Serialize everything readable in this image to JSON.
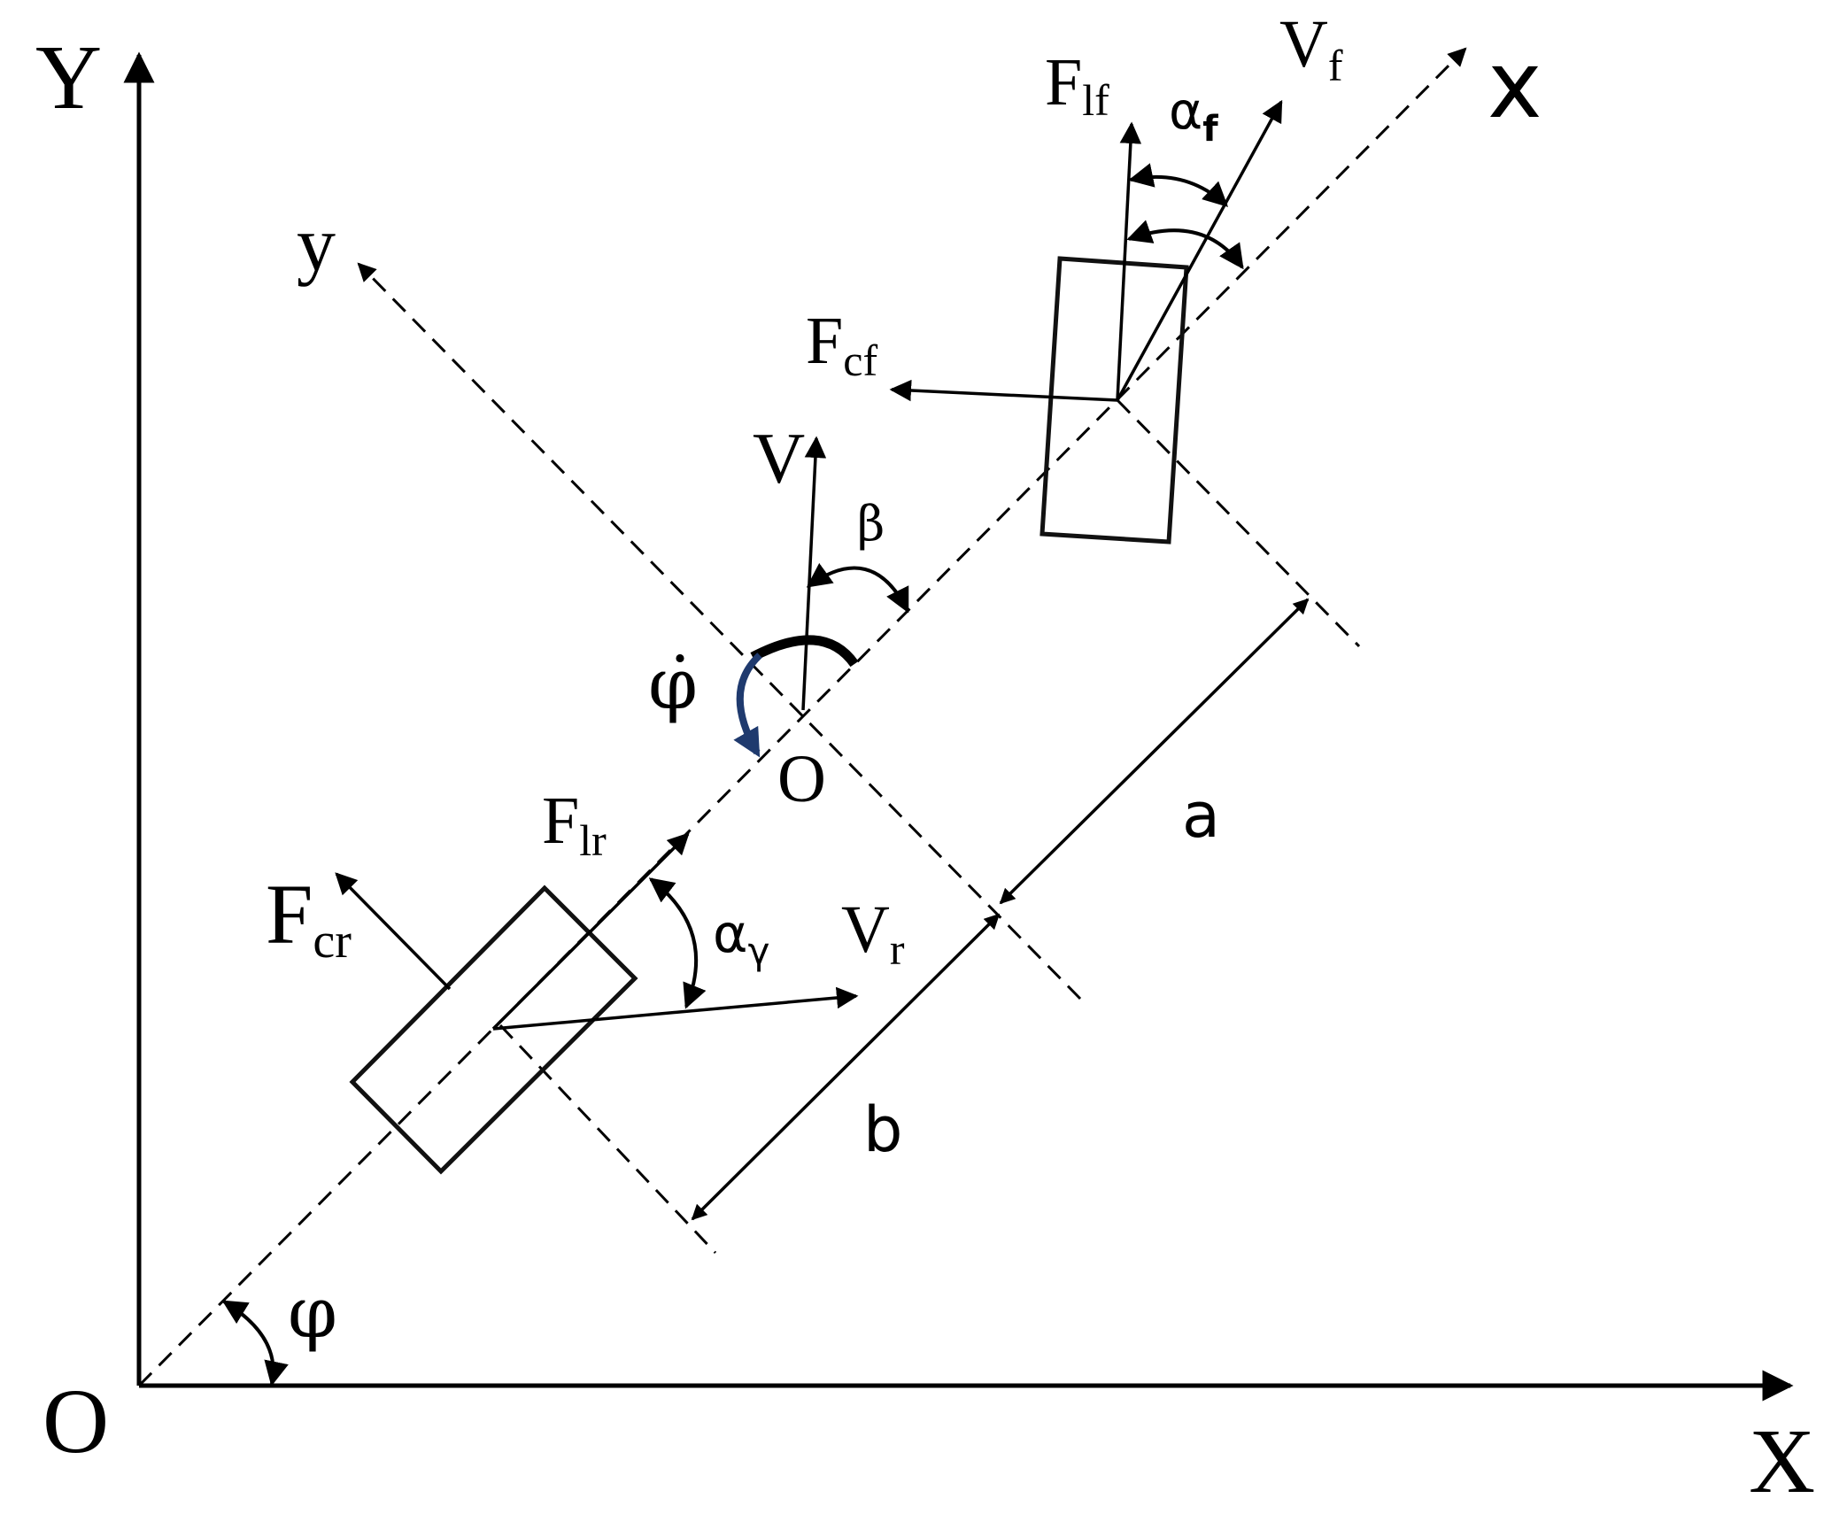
{
  "labels": {
    "global_y": "Y",
    "global_x": "X",
    "global_origin": "O",
    "local_x": "x",
    "local_y": "y",
    "cg": "O",
    "V": "V",
    "beta": "β",
    "yaw_rate": "φ̇",
    "phi": "φ",
    "F_lf": "F",
    "F_lf_sub": "lf",
    "V_f": "V",
    "V_f_sub": "f",
    "alpha_f": "α",
    "alpha_f_sub": "f",
    "F_cf": "F",
    "F_cf_sub": "cf",
    "F_lr": "F",
    "F_lr_sub": "lr",
    "F_cr": "F",
    "F_cr_sub": "cr",
    "alpha_r": "α",
    "alpha_r_sub": "γ",
    "V_r": "V",
    "V_r_sub": "r",
    "dist_a": "a",
    "dist_b": "b"
  },
  "colors": {
    "ink": "#000000",
    "yaw_arrow": "#1f3a6e"
  }
}
